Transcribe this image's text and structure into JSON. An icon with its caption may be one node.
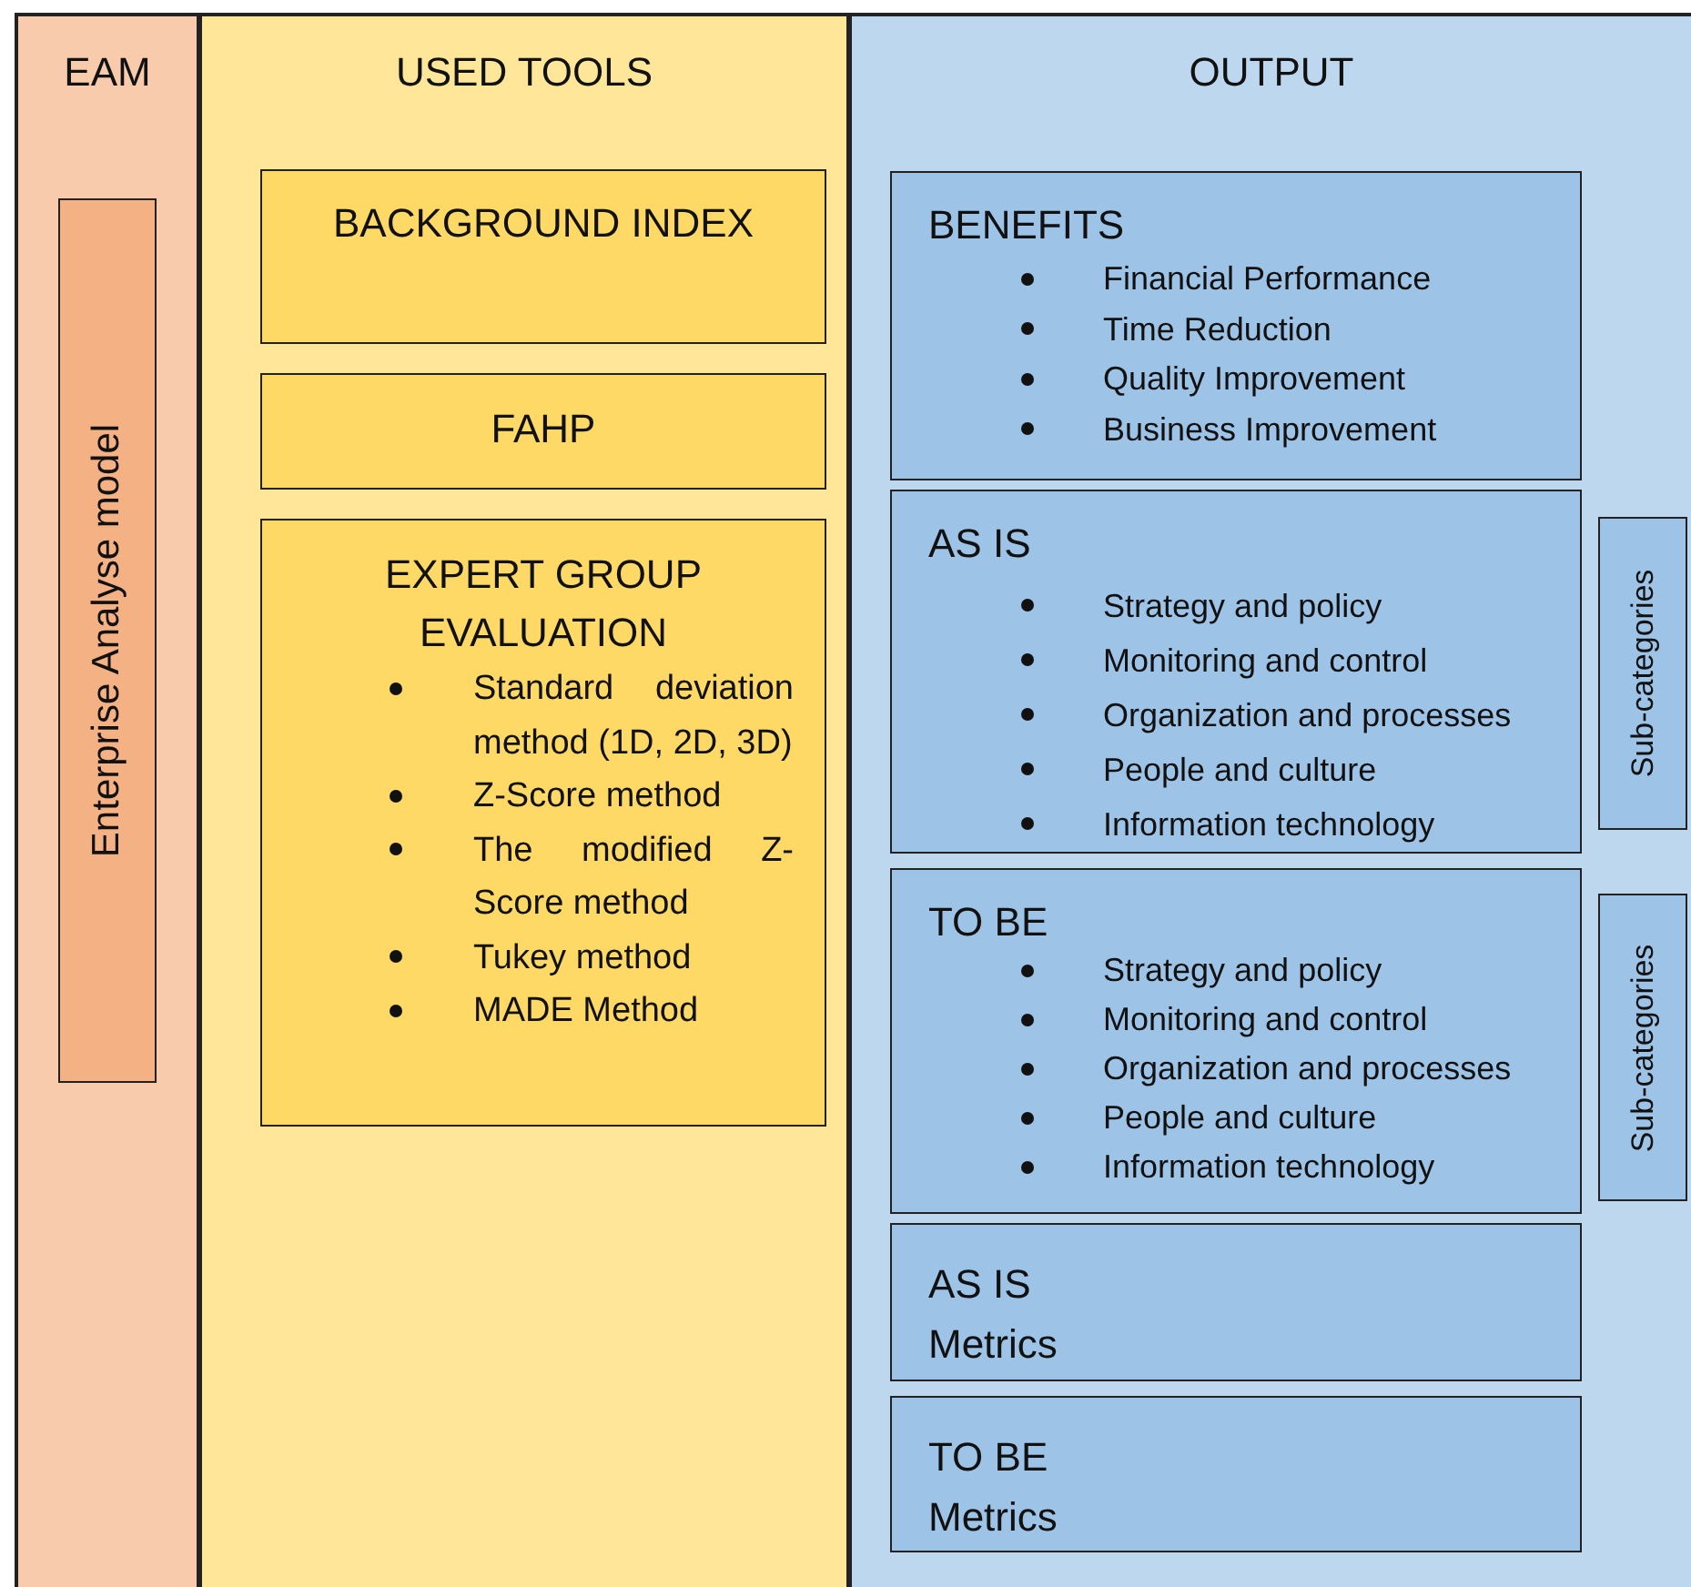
{
  "diagram": {
    "nodes": [
      {
        "text": [
          "EAM"
        ]
      },
      {
        "text": [
          "Enterprise Analyse model"
        ],
        "in": 0
      },
      {
        "text": [
          "USED TOOLS"
        ]
      },
      {
        "text": [
          "BACKGROUND INDEX"
        ],
        "in": 2
      },
      {
        "text": [
          "FAHP"
        ],
        "in": 2
      },
      {
        "text": [
          "EXPERT GROUP EVALUATION",
          "Standard deviation method (1D, 2D, 3D)",
          "Z-Score method",
          "The modified Z-Score method",
          "Tukey method",
          "MADE Method"
        ],
        "in": 2
      },
      {
        "text": [
          "OUTPUT"
        ]
      },
      {
        "text": [
          "BENEFITS",
          "Financial Performance",
          "Time Reduction",
          "Quality Improvement",
          "Business Improvement"
        ],
        "in": 6
      },
      {
        "text": [
          "AS IS",
          "Strategy and policy",
          "Monitoring and control",
          "Organization and processes",
          "People and culture",
          "Information technology"
        ],
        "in": 6
      },
      {
        "text": [
          "Sub-categories"
        ],
        "in": 6
      },
      {
        "text": [
          "TO BE",
          "Strategy and policy",
          "Monitoring and control",
          "Organization and processes",
          "People and culture",
          "Information technology"
        ],
        "in": 6
      },
      {
        "text": [
          "Sub-categories"
        ],
        "in": 6
      },
      {
        "text": [
          "AS IS Metrics"
        ],
        "in": 6
      },
      {
        "text": [
          "TO BE Metrics"
        ],
        "in": 6
      }
    ],
    "edges": []
  }
}
